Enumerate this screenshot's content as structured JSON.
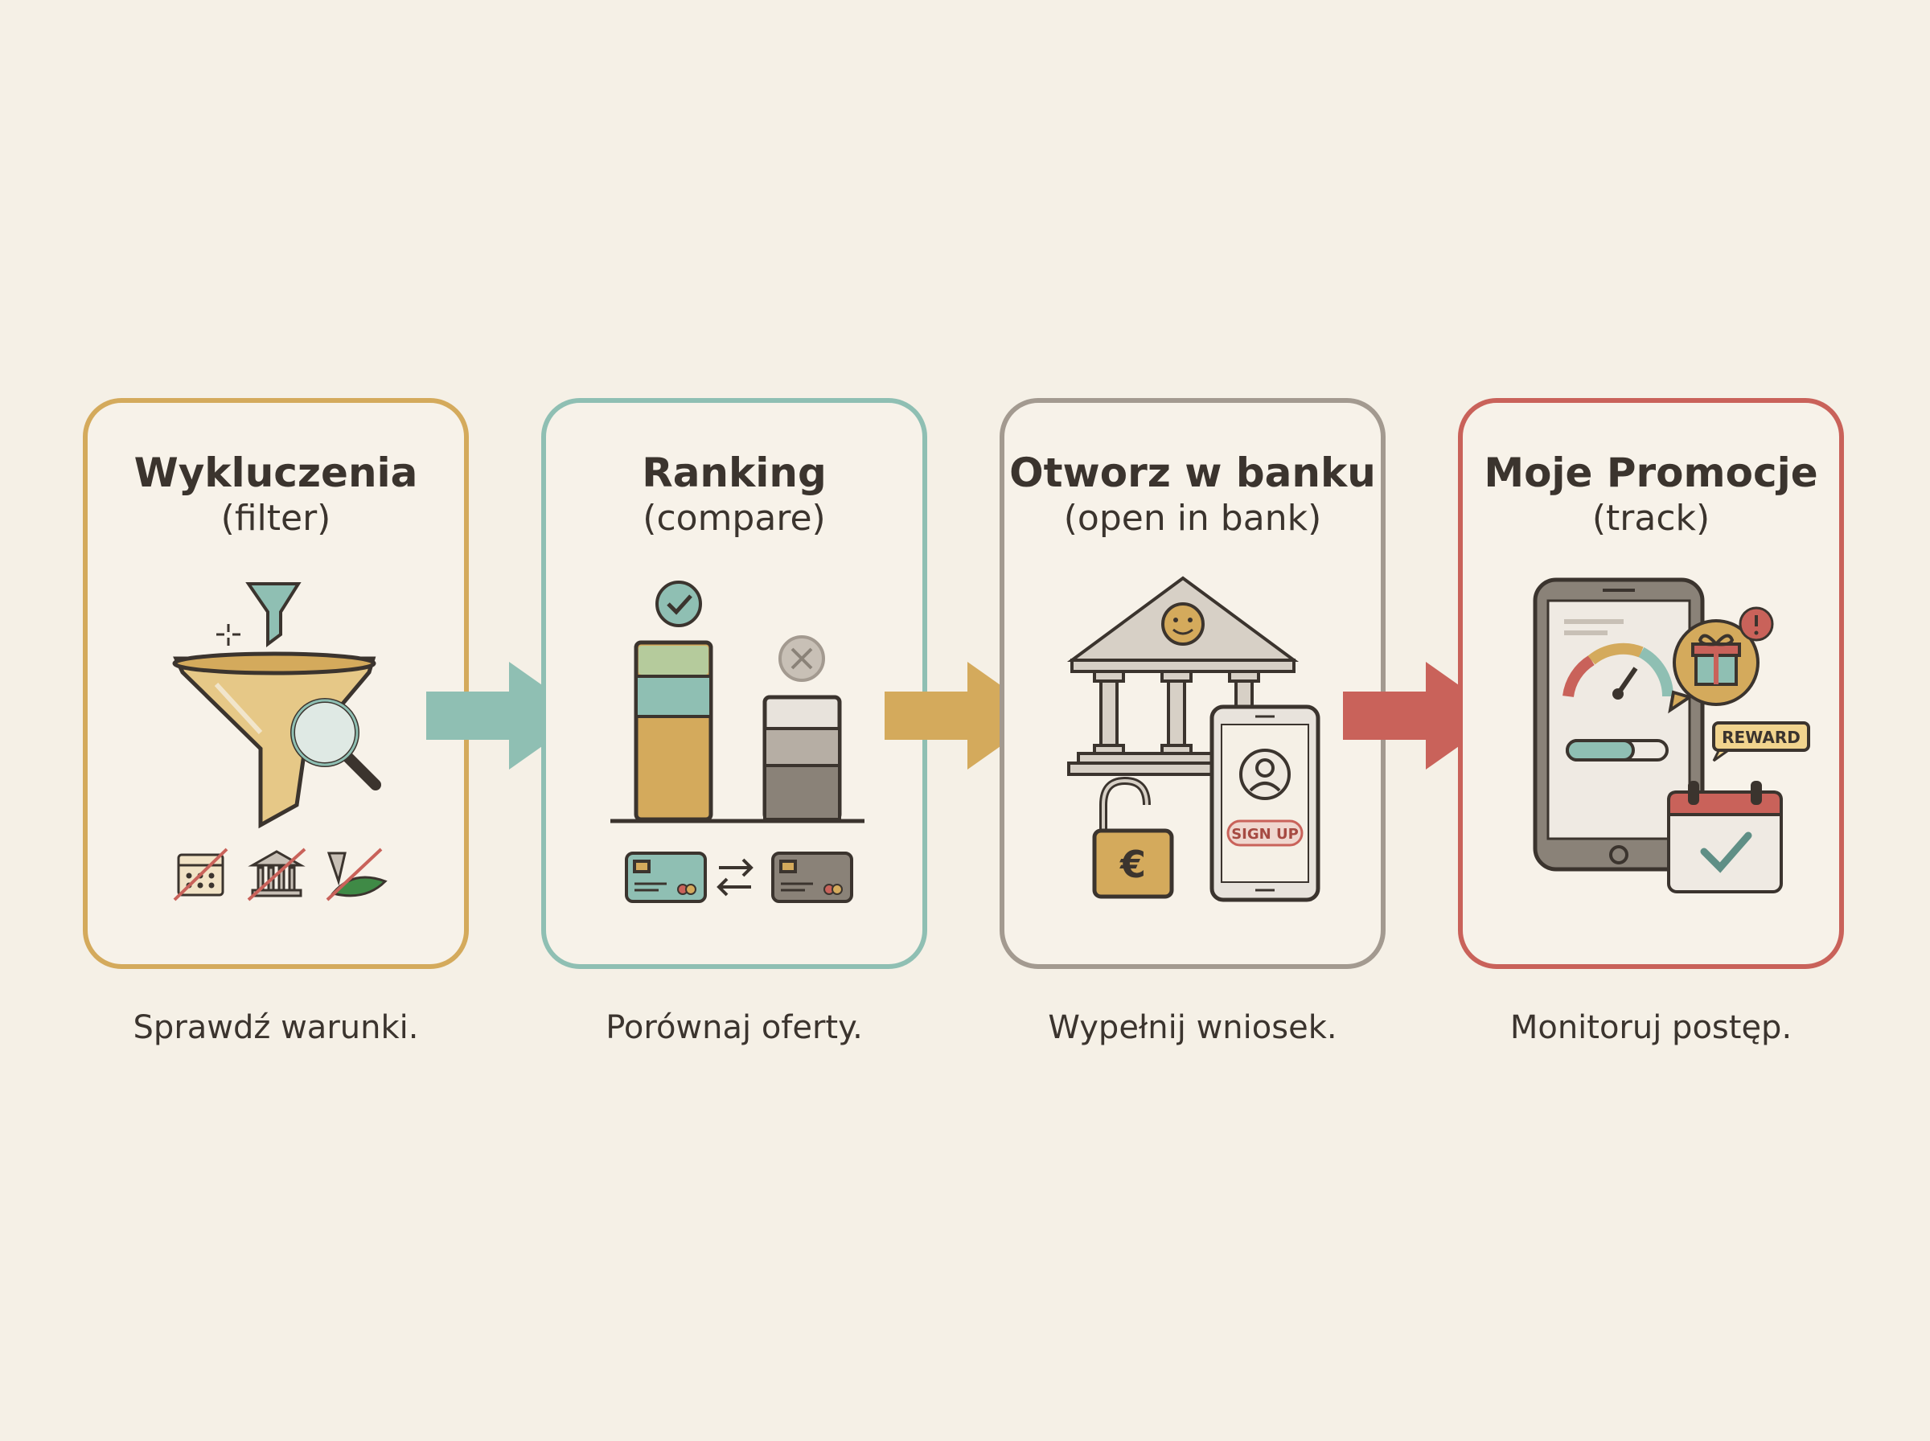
{
  "steps": [
    {
      "title": "Wykluczenia",
      "subtitle": "(filter)",
      "caption": "Sprawdź warunki.",
      "color": "#d4aa5c"
    },
    {
      "title": "Ranking",
      "subtitle": "(compare)",
      "caption": "Porównaj oferty.",
      "color": "#8fbfb3"
    },
    {
      "title": "Otworz w banku",
      "subtitle": "(open in bank)",
      "caption": "Wypełnij wniosek.",
      "color": "#a39a90"
    },
    {
      "title": "Moje Promocje",
      "subtitle": "(track)",
      "caption": "Monitoruj postęp.",
      "color": "#c9625a"
    }
  ],
  "arrows": [
    {
      "color": "#8fbfb3"
    },
    {
      "color": "#d4aa5c"
    },
    {
      "color": "#c9625a"
    }
  ],
  "icons": {
    "step1": [
      "funnel-icon",
      "small-funnel-icon",
      "magnifier-icon",
      "sparkle-icon",
      "calendar-crossed-icon",
      "bank-crossed-icon",
      "leaf-crossed-icon"
    ],
    "step2": [
      "check-circle-icon",
      "x-circle-icon",
      "bar-icon",
      "credit-card-icon",
      "swap-arrows-icon"
    ],
    "step3": [
      "bank-building-icon",
      "smiley-icon",
      "smartphone-icon",
      "user-icon",
      "padlock-euro-icon"
    ],
    "step4": [
      "tablet-icon",
      "gauge-icon",
      "gift-icon",
      "alert-icon",
      "calendar-check-icon"
    ]
  },
  "labels": {
    "sign_up": "SIGN UP",
    "reward": "REWARD",
    "euro": "€"
  }
}
